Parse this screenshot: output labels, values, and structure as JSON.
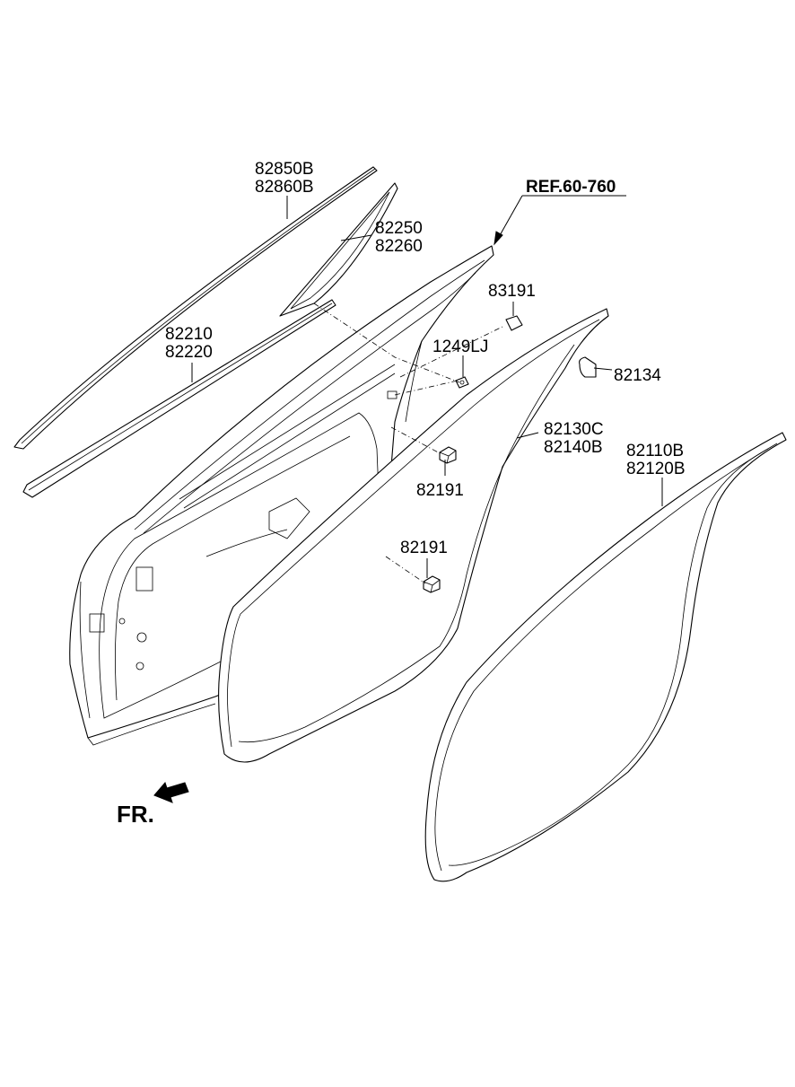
{
  "labels": {
    "p82850b": "82850B",
    "p82860b": "82860B",
    "p82250": "82250",
    "p82260": "82260",
    "ref": "REF.60-760",
    "p83191": "83191",
    "p82210": "82210",
    "p82220": "82220",
    "p1249lj": "1249LJ",
    "p82134": "82134",
    "p82130c": "82130C",
    "p82140b": "82140B",
    "p82110b": "82110B",
    "p82120b": "82120B",
    "p82191a": "82191",
    "p82191b": "82191",
    "fr": "FR."
  }
}
